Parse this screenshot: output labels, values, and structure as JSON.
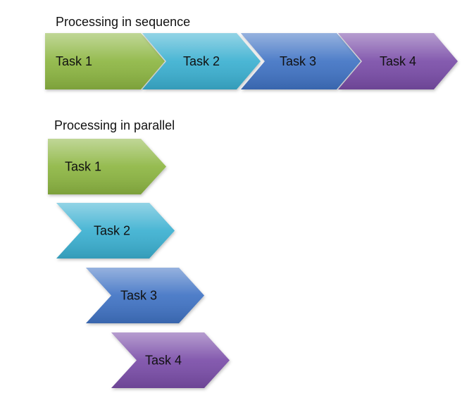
{
  "sequence": {
    "title": "Processing in sequence",
    "tasks": [
      {
        "label": "Task 1",
        "color": "#8db642"
      },
      {
        "label": "Task 2",
        "color": "#3bb0d1"
      },
      {
        "label": "Task 3",
        "color": "#3f73c4"
      },
      {
        "label": "Task 4",
        "color": "#7a4ea8"
      }
    ]
  },
  "parallel": {
    "title": "Processing in parallel",
    "tasks": [
      {
        "label": "Task 1",
        "color": "#8db642"
      },
      {
        "label": "Task 2",
        "color": "#3bb0d1"
      },
      {
        "label": "Task 3",
        "color": "#3f73c4"
      },
      {
        "label": "Task 4",
        "color": "#7a4ea8"
      }
    ]
  }
}
